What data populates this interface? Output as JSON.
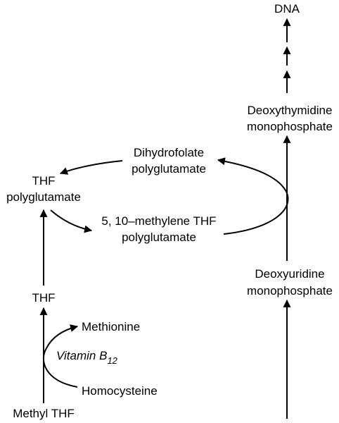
{
  "colors": {
    "ink": "#000000",
    "background": "#ffffff"
  },
  "nodes": {
    "dna": "DNA",
    "deoxythymidine_line1": "Deoxythymidine",
    "deoxythymidine_line2": "monophosphate",
    "dihydrofolate_line1": "Dihydrofolate",
    "dihydrofolate_line2": "polyglutamate",
    "thf_poly_line1": "THF",
    "thf_poly_line2": "polyglutamate",
    "methylene_line1": "5, 10–methylene THF",
    "methylene_line2": "polyglutamate",
    "deoxyuridine_line1": "Deoxyuridine",
    "deoxyuridine_line2": "monophosphate",
    "thf": "THF",
    "methionine": "Methionine",
    "vitamin_b12": "Vitamin B",
    "vitamin_b12_subscript": "12",
    "homocysteine": "Homocysteine",
    "methyl_thf": "Methyl THF"
  }
}
